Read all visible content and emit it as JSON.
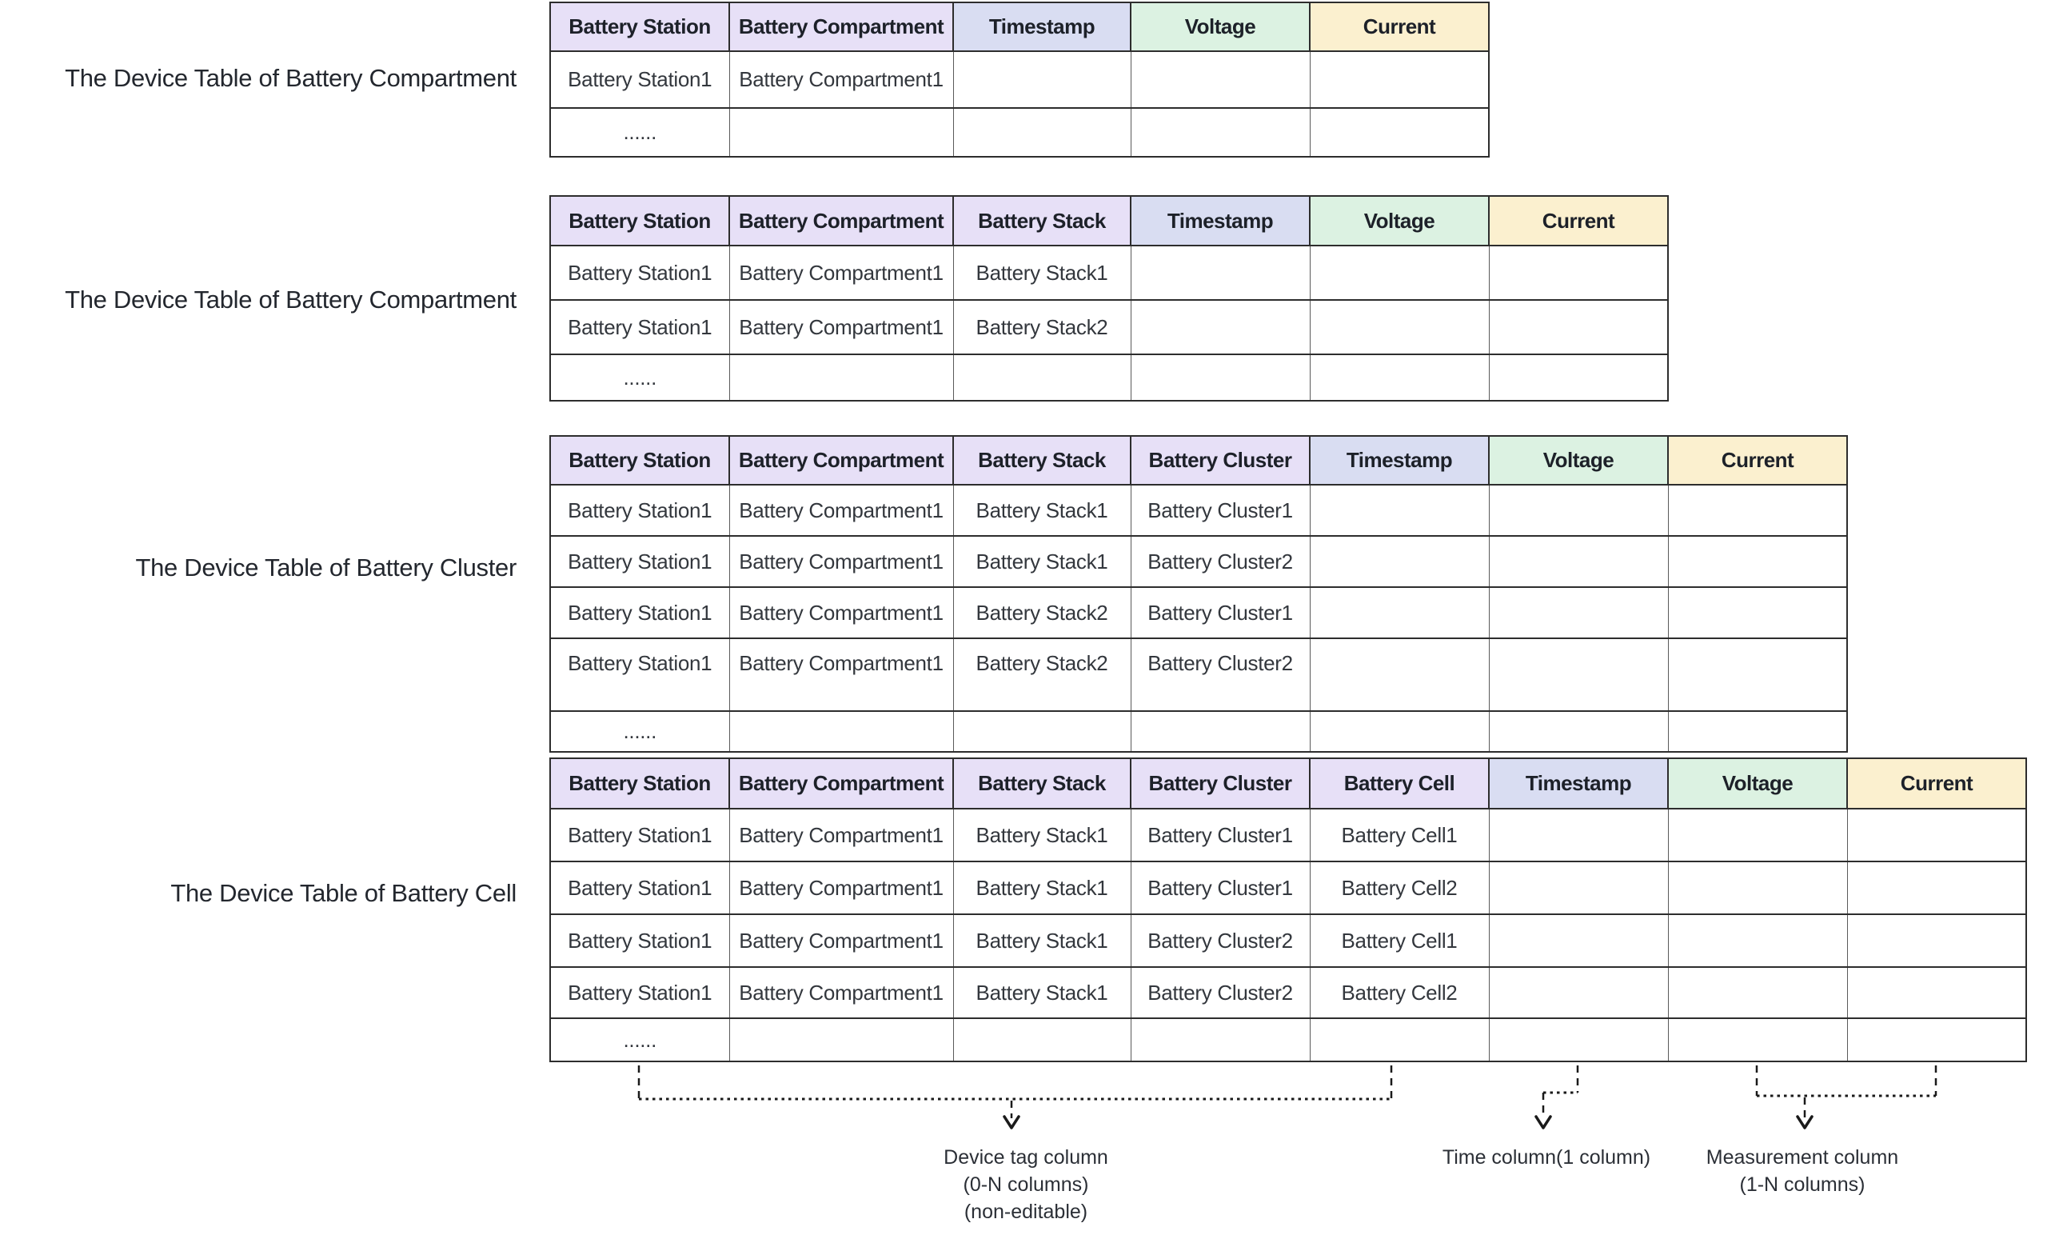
{
  "colors": {
    "device_tag_header": "#E7E0F7",
    "time_header": "#D9DDF2",
    "voltage_header": "#DCF2E2",
    "current_header": "#FBF0CF",
    "row_background": "#FFFFFF",
    "border": "#2D2D2D",
    "annotation": "#1A1A1A"
  },
  "tables": [
    {
      "title": "The Device Table of Battery Compartment",
      "columns": [
        {
          "label": "Battery Station",
          "kind": "device-tag"
        },
        {
          "label": "Battery Compartment",
          "kind": "device-tag"
        },
        {
          "label": "Timestamp",
          "kind": "time"
        },
        {
          "label": "Voltage",
          "kind": "voltage"
        },
        {
          "label": "Current",
          "kind": "current"
        }
      ],
      "rows": [
        [
          "Battery Station1",
          "Battery Compartment1",
          "",
          "",
          ""
        ],
        [
          "......",
          "",
          "",
          "",
          ""
        ]
      ]
    },
    {
      "title": "The Device Table of Battery Compartment",
      "columns": [
        {
          "label": "Battery Station",
          "kind": "device-tag"
        },
        {
          "label": "Battery Compartment",
          "kind": "device-tag"
        },
        {
          "label": "Battery Stack",
          "kind": "device-tag"
        },
        {
          "label": "Timestamp",
          "kind": "time"
        },
        {
          "label": "Voltage",
          "kind": "voltage"
        },
        {
          "label": "Current",
          "kind": "current"
        }
      ],
      "rows": [
        [
          "Battery Station1",
          "Battery Compartment1",
          "Battery Stack1",
          "",
          "",
          ""
        ],
        [
          "Battery Station1",
          "Battery Compartment1",
          "Battery Stack2",
          "",
          "",
          ""
        ],
        [
          "......",
          "",
          "",
          "",
          "",
          ""
        ]
      ]
    },
    {
      "title": "The Device Table of Battery Cluster",
      "columns": [
        {
          "label": "Battery Station",
          "kind": "device-tag"
        },
        {
          "label": "Battery Compartment",
          "kind": "device-tag"
        },
        {
          "label": "Battery Stack",
          "kind": "device-tag"
        },
        {
          "label": "Battery Cluster",
          "kind": "device-tag"
        },
        {
          "label": "Timestamp",
          "kind": "time"
        },
        {
          "label": "Voltage",
          "kind": "voltage"
        },
        {
          "label": "Current",
          "kind": "current"
        }
      ],
      "rows": [
        [
          "Battery Station1",
          "Battery Compartment1",
          "Battery Stack1",
          "Battery Cluster1",
          "",
          "",
          ""
        ],
        [
          "Battery Station1",
          "Battery Compartment1",
          "Battery Stack1",
          "Battery Cluster2",
          "",
          "",
          ""
        ],
        [
          "Battery Station1",
          "Battery Compartment1",
          "Battery Stack2",
          "Battery Cluster1",
          "",
          "",
          ""
        ],
        [
          "Battery Station1",
          "Battery Compartment1",
          "Battery Stack2",
          "Battery Cluster2",
          "",
          "",
          ""
        ],
        [
          "......",
          "",
          "",
          "",
          "",
          "",
          ""
        ]
      ]
    },
    {
      "title": "The Device Table of Battery Cell",
      "columns": [
        {
          "label": "Battery Station",
          "kind": "device-tag"
        },
        {
          "label": "Battery Compartment",
          "kind": "device-tag"
        },
        {
          "label": "Battery Stack",
          "kind": "device-tag"
        },
        {
          "label": "Battery Cluster",
          "kind": "device-tag"
        },
        {
          "label": "Battery Cell",
          "kind": "device-tag"
        },
        {
          "label": "Timestamp",
          "kind": "time"
        },
        {
          "label": "Voltage",
          "kind": "voltage"
        },
        {
          "label": "Current",
          "kind": "current"
        }
      ],
      "rows": [
        [
          "Battery Station1",
          "Battery Compartment1",
          "Battery Stack1",
          "Battery Cluster1",
          "Battery Cell1",
          "",
          "",
          ""
        ],
        [
          "Battery Station1",
          "Battery Compartment1",
          "Battery Stack1",
          "Battery Cluster1",
          "Battery Cell2",
          "",
          "",
          ""
        ],
        [
          "Battery Station1",
          "Battery Compartment1",
          "Battery Stack1",
          "Battery Cluster2",
          "Battery Cell1",
          "",
          "",
          ""
        ],
        [
          "Battery Station1",
          "Battery Compartment1",
          "Battery Stack1",
          "Battery Cluster2",
          "Battery Cell2",
          "",
          "",
          ""
        ],
        [
          "......",
          "",
          "",
          "",
          "",
          "",
          "",
          ""
        ]
      ]
    }
  ],
  "annotations": {
    "device_tag": {
      "label_lines": [
        "Device tag column",
        "(0-N columns)",
        "(non-editable)"
      ]
    },
    "time": {
      "label_lines": [
        "Time column(1 column)"
      ]
    },
    "measurement": {
      "label_lines": [
        "Measurement column",
        "(1-N columns)"
      ]
    }
  }
}
